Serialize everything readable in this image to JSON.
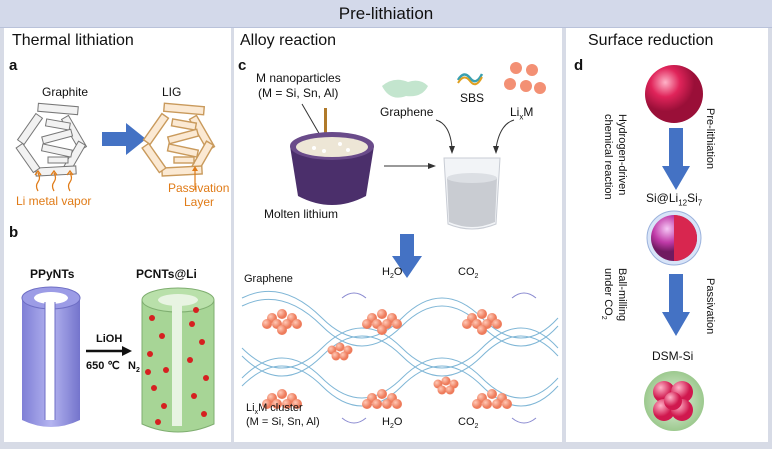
{
  "header": {
    "title": "Pre-lithiation"
  },
  "panels": {
    "thermal": {
      "title": "Thermal lithiation",
      "a": {
        "label": "a",
        "graphite": "Graphite",
        "lig": "LIG",
        "vapor": "Li metal vapor",
        "passivation1": "Passivation",
        "passivation2": "Layer"
      },
      "b": {
        "label": "b",
        "ppynts": "PPyNTs",
        "pcnts": "PCNTs@Li",
        "reagent": "LiOH",
        "temp": "650 ℃",
        "gas": "N",
        "gas_sub": "2"
      }
    },
    "alloy": {
      "title": "Alloy reaction",
      "label": "c",
      "np1": "M nanoparticles",
      "np2": "(M = Si, Sn, Al)",
      "molten": "Molten lithium",
      "graphene": "Graphene",
      "sbs": "SBS",
      "lixm_pre": "Li",
      "lixm_sub": "x",
      "lixm_post": "M",
      "graphene2": "Graphene",
      "h2o_a": "H",
      "h2o_sub": "2",
      "h2o_b": "O",
      "co2_a": "CO",
      "co2_sub": "2",
      "cluster1_pre": "Li",
      "cluster1_sub": "x",
      "cluster1_post": "M cluster",
      "cluster2": "(M = Si, Sn, Al)"
    },
    "surface": {
      "title": "Surface reduction",
      "label": "d",
      "hydrogen1": "Hydrogen-driven",
      "hydrogen2": "chemical reaction",
      "prelith": "Pre-lithiation",
      "si_pre": "Si@Li",
      "si_sub1": "12",
      "si_mid": "Si",
      "si_sub2": "7",
      "ballmill1": "Ball-milling",
      "ballmill2_pre": "under CO",
      "ballmill2_sub": "2",
      "passivation": "Passivation",
      "dsm": "DSM-Si"
    }
  },
  "colors": {
    "arrow_blue": "#4472c4",
    "orange": "#e07b17",
    "salmon": "#f08a6c",
    "purple": "#8e8ee0",
    "green": "#9ccc8a"
  }
}
